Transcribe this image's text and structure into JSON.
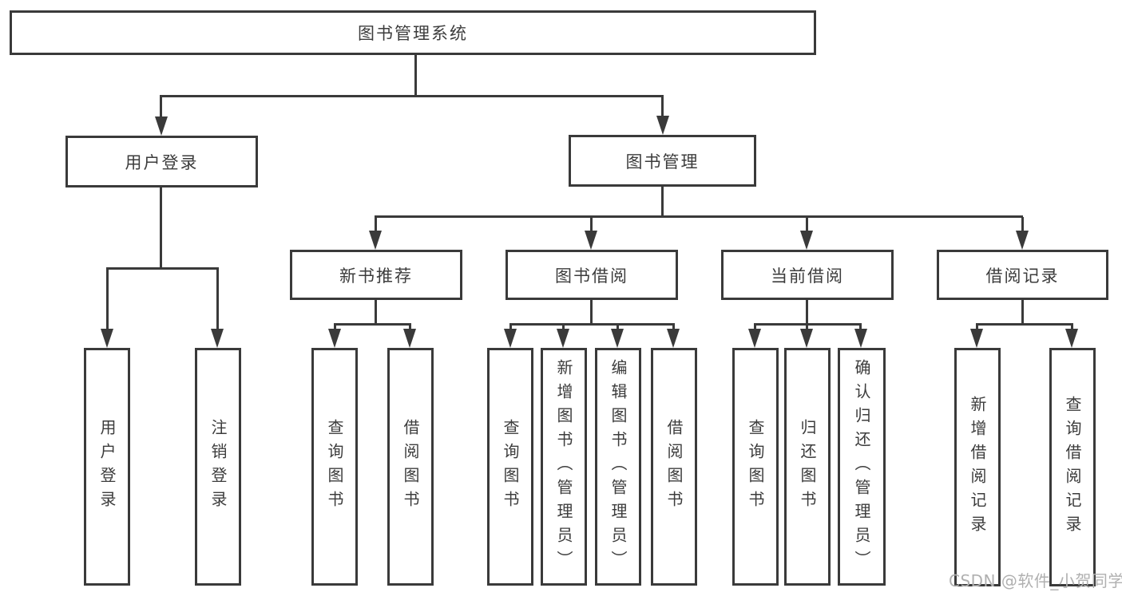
{
  "diagram": {
    "type": "hierarchy-tree",
    "root": {
      "label": "图书管理系统"
    },
    "level2": {
      "user_login": {
        "label": "用户登录",
        "children": {
          "login": {
            "label": "用户登录"
          },
          "logout": {
            "label": "注销登录"
          }
        }
      },
      "book_mgmt": {
        "label": "图书管理",
        "children": {
          "new_books": {
            "label": "新书推荐",
            "children": {
              "query": {
                "label": "查询图书"
              },
              "borrow": {
                "label": "借阅图书"
              }
            }
          },
          "borrowing": {
            "label": "图书借阅",
            "children": {
              "query": {
                "label": "查询图书"
              },
              "add": {
                "label": "新增图书（管理员）"
              },
              "edit": {
                "label": "编辑图书（管理员）"
              },
              "borrow": {
                "label": "借阅图书"
              }
            }
          },
          "current": {
            "label": "当前借阅",
            "children": {
              "query": {
                "label": "查询图书"
              },
              "return": {
                "label": "归还图书"
              },
              "confirm": {
                "label": "确认归还（管理员）"
              }
            }
          },
          "records": {
            "label": "借阅记录",
            "children": {
              "add": {
                "label": "新增借阅记录"
              },
              "query": {
                "label": "查询借阅记录"
              }
            }
          }
        }
      }
    },
    "watermark": "CSDN @软件_小贺同学",
    "colors": {
      "line": "#3a3a3a",
      "text": "#3c3c3c",
      "watermark": "#b0b0b0",
      "background": "#ffffff"
    }
  }
}
